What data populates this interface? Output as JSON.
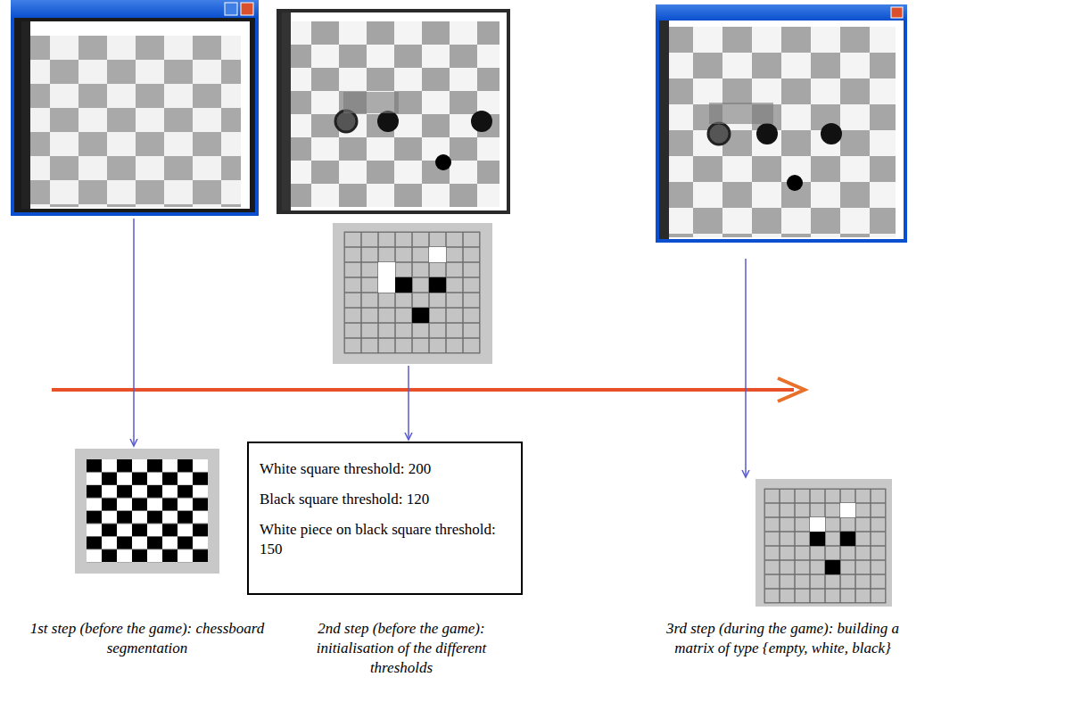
{
  "diagram": {
    "nodes": [
      {
        "text": [
          "White square threshold: 200",
          "Black square threshold: 120",
          "White piece on black square threshold: 150"
        ]
      }
    ],
    "labels": [
      "1st step (before the game): chessboard segmentation",
      "2nd step (before the game): initialisation of the different thresholds",
      "3rd step (during the game): building a matrix of type {empty, white, black}"
    ]
  }
}
